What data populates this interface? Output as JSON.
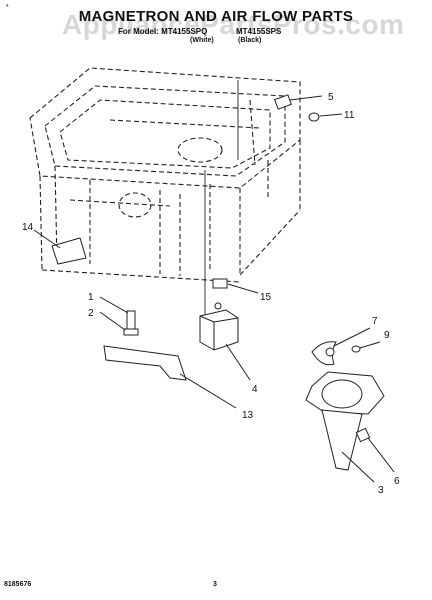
{
  "header": {
    "corner_mark": "*",
    "title": "MAGNETRON AND AIR FLOW PARTS",
    "model_left": "For Model: MT4155SPQ",
    "model_right": "MT4155SPS",
    "color_left": "(White)",
    "color_right": "(Black)",
    "watermark": "AppliancePartsPros.com"
  },
  "callouts": [
    "1",
    "2",
    "3",
    "4",
    "5",
    "6",
    "7",
    "9",
    "11",
    "13",
    "14",
    "15"
  ],
  "footer": {
    "part_number": "8185676",
    "page_number": "3"
  }
}
